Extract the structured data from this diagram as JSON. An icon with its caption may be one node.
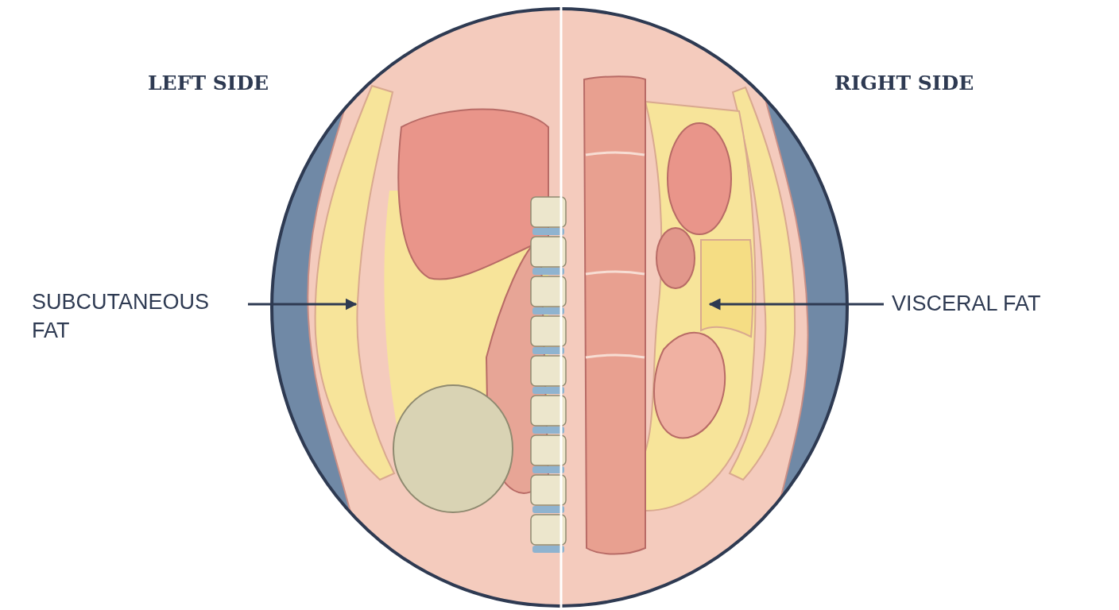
{
  "diagram": {
    "nodes": [
      {
        "text": [
          "SUBCUTANEOUS FAT"
        ]
      },
      {
        "text": [],
        "shape": "picture"
      },
      {
        "text": [
          "VISCERAL FAT"
        ]
      },
      {
        "text": [],
        "shape": "picture"
      }
    ],
    "edges": [
      {
        "from": 0,
        "to": 1,
        "arrow": "to"
      },
      {
        "from": 2,
        "to": 3,
        "arrow": "to"
      }
    ],
    "labels": [
      "LEFT SIDE",
      "RIGHT SIDE"
    ]
  }
}
